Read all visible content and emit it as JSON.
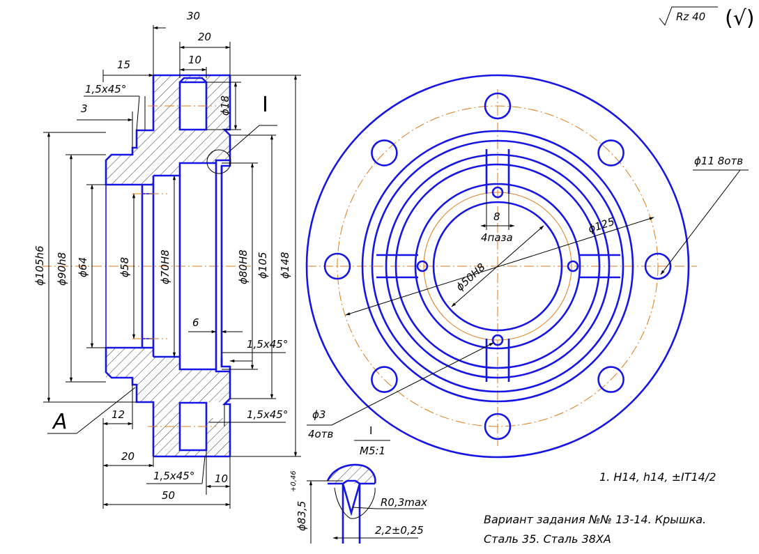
{
  "roughness": {
    "symbol_text": "Rz 40",
    "remaining_mark": "(√)"
  },
  "section_view": {
    "view_label": "A",
    "detail_mark": "I",
    "dims_top": {
      "d30": "30",
      "d20": "20",
      "d10": "10",
      "d15": "15"
    },
    "chamfer_left": "1,5x45°",
    "step_3": "3",
    "hole_diameter": "ϕ18",
    "diameters": [
      "ϕ105h6",
      "ϕ90h8",
      "ϕ64",
      "ϕ58",
      "ϕ70H8",
      "ϕ80H8",
      "ϕ105",
      "ϕ148"
    ],
    "groove_width": "6",
    "chamfer_groove": "1,5x45°",
    "chamfer_bottom_right": "1,5x45°",
    "dim_12": "12",
    "dims_bottom": {
      "d20": "20",
      "chamfer": "1,5x45°",
      "d10": "10",
      "d50": "50"
    }
  },
  "plan_view": {
    "holes_callout": "ϕ11 8отв",
    "slot_width": "8",
    "slot_count": "4паза",
    "pcd": "ϕ125",
    "bore": "ϕ50H8",
    "small_holes": {
      "diameter": "ϕ3",
      "count": "4отв"
    }
  },
  "detail_view": {
    "title": "I",
    "scale": "M5:1",
    "diameter": "ϕ83,5",
    "tolerance": "+0,46",
    "radius": "R0,3max",
    "width": "2,2±0,25"
  },
  "notes": {
    "tolerances": "1. H14, h14, ±IT14/2",
    "assignment": "Вариант задания №№ 13-14. Крышка.",
    "material": "Сталь 35. Сталь 38ХА"
  }
}
